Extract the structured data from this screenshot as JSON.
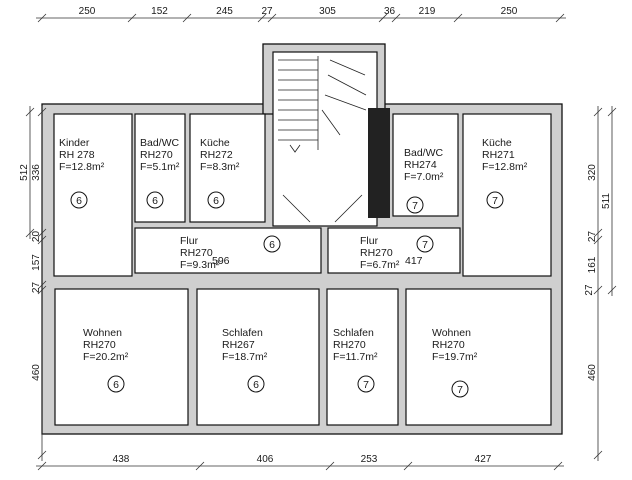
{
  "rooms": [
    {
      "id": "kinder",
      "name": "Kinder",
      "code": "RH 278",
      "area": "F=12.8m²",
      "unit": "6"
    },
    {
      "id": "bad-wc-left",
      "name": "Bad/WC",
      "code": "RH270",
      "area": "F=5.1m²",
      "unit": "6"
    },
    {
      "id": "kueche-left",
      "name": "Küche",
      "code": "RH272",
      "area": "F=8.3m²",
      "unit": "6"
    },
    {
      "id": "bad-wc-right",
      "name": "Bad/WC",
      "code": "RH274",
      "area": "F=7.0m²",
      "unit": "7"
    },
    {
      "id": "kueche-right",
      "name": "Küche",
      "code": "RH271",
      "area": "F=12.8m²",
      "unit": "7"
    },
    {
      "id": "flur-left",
      "name": "Flur",
      "code": "RH270",
      "area": "F=9.3m²",
      "unit": "6",
      "extra": "596"
    },
    {
      "id": "flur-right",
      "name": "Flur",
      "code": "RH270",
      "area": "F=6.7m²",
      "unit": "7",
      "extra": "417"
    },
    {
      "id": "wohnen-left",
      "name": "Wohnen",
      "code": "RH270",
      "area": "F=20.2m²",
      "unit": "6"
    },
    {
      "id": "schlafen-left",
      "name": "Schlafen",
      "code": "RH267",
      "area": "F=18.7m²",
      "unit": "6"
    },
    {
      "id": "schlafen-right",
      "name": "Schlafen",
      "code": "RH270",
      "area": "F=11.7m²",
      "unit": "7"
    },
    {
      "id": "wohnen-right",
      "name": "Wohnen",
      "code": "RH270",
      "area": "F=19.7m²",
      "unit": "7"
    }
  ],
  "dimensions": {
    "top": [
      "250",
      "152",
      "245",
      "27",
      "305",
      "36",
      "219",
      "250"
    ],
    "bottom": [
      "438",
      "406",
      "253",
      "427"
    ],
    "left_total": "512",
    "left": [
      "336",
      "20",
      "157",
      "27",
      "460"
    ],
    "right_total": "511",
    "right": [
      "320",
      "27",
      "161",
      "27",
      "460"
    ]
  }
}
